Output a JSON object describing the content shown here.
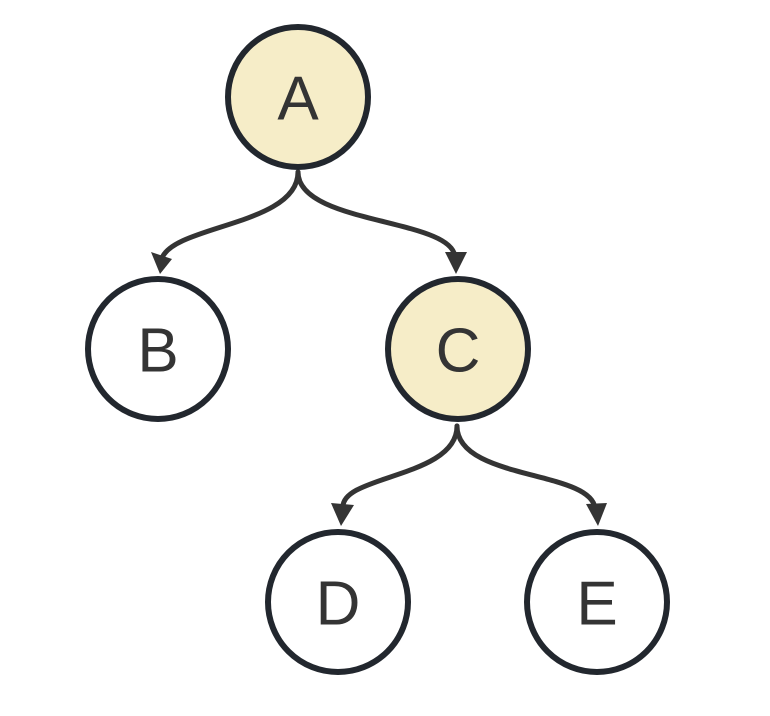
{
  "colors": {
    "highlight_fill": "#f6edc8",
    "default_fill": "#ffffff",
    "stroke": "#22272e",
    "text": "#343434",
    "edge": "#343434"
  },
  "nodes": [
    {
      "id": "A",
      "label": "A",
      "highlighted": true
    },
    {
      "id": "B",
      "label": "B",
      "highlighted": false
    },
    {
      "id": "C",
      "label": "C",
      "highlighted": true
    },
    {
      "id": "D",
      "label": "D",
      "highlighted": false
    },
    {
      "id": "E",
      "label": "E",
      "highlighted": false
    }
  ],
  "edges": [
    {
      "from": "A",
      "to": "B"
    },
    {
      "from": "A",
      "to": "C"
    },
    {
      "from": "C",
      "to": "D"
    },
    {
      "from": "C",
      "to": "E"
    }
  ]
}
